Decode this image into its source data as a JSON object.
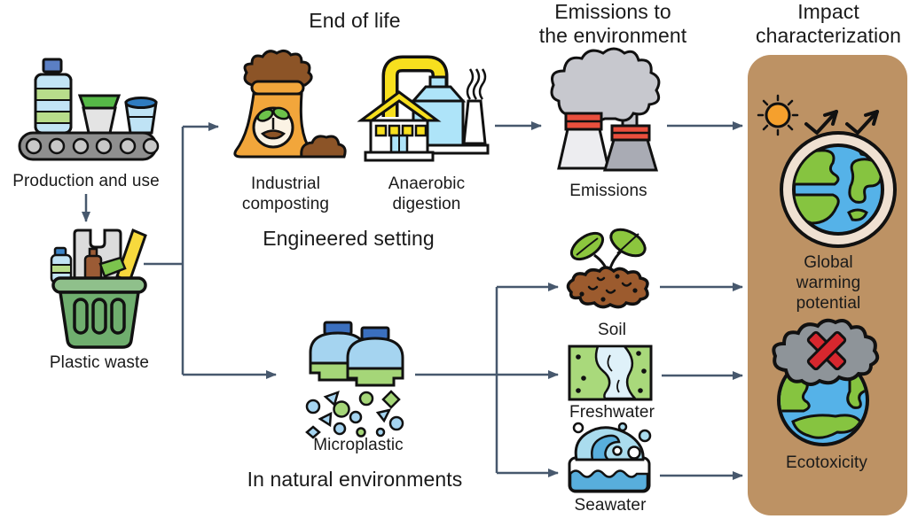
{
  "figure": {
    "description": "Life-cycle flow diagram from plastic production to environmental impact characterization"
  },
  "headers": {
    "end_of_life": "End of life",
    "emissions_to_environment": "Emissions to\nthe environment",
    "impact_characterization": "Impact\ncharacterization"
  },
  "group_labels": {
    "engineered_setting": "Engineered setting",
    "in_natural_environments": "In natural environments"
  },
  "nodes": {
    "production": {
      "label": "Production and use"
    },
    "plastic_waste": {
      "label": "Plastic waste"
    },
    "industrial_composting": {
      "label": "Industrial\ncomposting"
    },
    "anaerobic_digestion": {
      "label": "Anaerobic\ndigestion"
    },
    "emissions": {
      "label": "Emissions"
    },
    "microplastic": {
      "label": "Microplastic"
    },
    "soil": {
      "label": "Soil"
    },
    "freshwater": {
      "label": "Freshwater"
    },
    "seawater": {
      "label": "Seawater"
    },
    "global_warming_potential": {
      "label": "Global warming\npotential"
    },
    "ecotoxicity": {
      "label": "Ecotoxicity"
    }
  },
  "icons": {
    "production": "conveyor-belt-with-plastic-products",
    "plastic_waste": "waste-basket-with-plastics",
    "industrial_composting": "compost-bag-with-sprout",
    "anaerobic_digestion": "digester-plant-with-house-and-tank",
    "emissions": "cooling-towers-with-smoke-cloud",
    "microplastic": "fragmenting-containers-with-particles",
    "soil": "soil-clump-with-seedling",
    "freshwater": "river-through-land",
    "seawater": "ocean-wave",
    "global_warming_potential": "earth-with-sun-and-rising-arrows",
    "ecotoxicity": "earth-with-toxic-cloud-and-cross"
  },
  "colors": {
    "background": "#FFFFFF",
    "panel_bg": "#BD9264",
    "line_color": "#47586D",
    "text_color": "#1A1A1A"
  }
}
